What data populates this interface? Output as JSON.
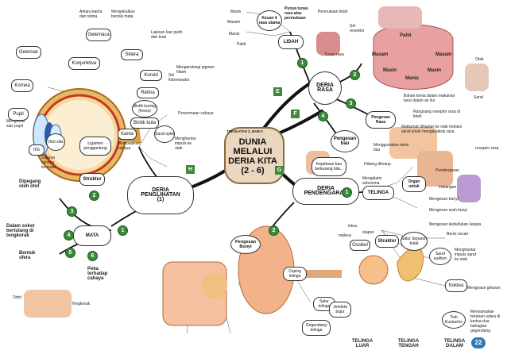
{
  "center": {
    "badge": "TINGKATAN 2, BAB 5",
    "line1": "DUNIA",
    "line2": "MELALUI",
    "line3": "DERIA KITA",
    "line4": "(2 - 6)"
  },
  "letters": {
    "e": "E",
    "f": "F",
    "g": "G",
    "h": "H"
  },
  "page_number": "22",
  "rasa": {
    "title1": "DERIA",
    "title2": "RASA",
    "lidah": "LIDAH",
    "kesan": "Kesan 4 rasa utama",
    "punya": "Punya tunas rasa atas permukaan",
    "masin1": "Masin",
    "masam1": "Masam",
    "manis1": "Manis",
    "pahit1": "Pahit",
    "permukaan": "Permukaan lidah",
    "sel": "Sel reseptor",
    "tunas": "Tunas rasa",
    "map_pahit": "Pahit",
    "map_masam_l": "Masam",
    "map_masam_r": "Masam",
    "map_masin_l": "Masin",
    "map_masin_r": "Masin",
    "map_manis": "Manis",
    "otak": "Otak",
    "saraf": "Saraf",
    "pengesan_rasa": "Pengesan Rasa",
    "b1": "Bahan kimia dalam makanan larut dalam air liur",
    "b2": "Rangsang reseptor rasa di lidah",
    "b3": "Maklumat dihantar ke otak melalui saraf untuk menganalisis rasa.",
    "reseptor_rasa": "reseptor rasa"
  },
  "bau": {
    "title": "Pengesan bau",
    "menggunakan": "Menggunakan deria bau",
    "kepekaan": "Kepekaan bau berkurang bila...",
    "hidung": "Hidung dihutup",
    "mengalami": "Mengalami selesema"
  },
  "pendengaran": {
    "title1": "DERIA",
    "title2": "PENDENGARAN",
    "telinga": "TELINGA",
    "organ": "Organ untuk",
    "pendengaran": "Pendengaran",
    "imbangan": "Imbangan",
    "struktur": "Struktur",
    "salur": "Salur Separuh bulat",
    "saraf": "Saraf auditori",
    "koklea": "Koklea",
    "tiub": "Tiub Eustachio",
    "tl": "TELINGA LUAR",
    "tt": "TELINGA TENGAH",
    "td": "TELINGA DALAM",
    "pengesan_bunyi": "Pengesan Bunyi",
    "cuping": "Cuping telinga",
    "salur_t": "Salur telinga",
    "gegendang": "Gegendang telinga",
    "ossikel": "Ossikel",
    "jendela": "Jendela bujur",
    "inkus": "inkus",
    "maleus": "maleus",
    "stapes": "stapes",
    "pn1": "Mengesan bunyi",
    "pn2": "Mengesan arah bunyi",
    "ps1": "Berisi cecair",
    "ps2": "Mengesan kedudukan kepala",
    "pk1": "Mengesan getaran",
    "pk2": "Menghantar impuls saraf ke otak",
    "pt1": "Menyamakan tekanan udara di kedua-dua bahagian gegendang"
  },
  "penglihatan": {
    "title1": "DERIA",
    "title2": "PENGLIHATAN",
    "title3": "(1)",
    "mata": "MATA",
    "struktur": "Struktur",
    "dipegang": "Dipegang oleh otot",
    "soket": "Dalam soket bertulang di tengkorak",
    "bentuk": "Bentuk sfera",
    "peka": "Peka terhadap cahaya",
    "orbit": "Orbit",
    "tengkorak": "Tengkorak",
    "gelemaca": "Gelemaca",
    "gelemair": "Gelemair",
    "konjunktiva": "Konjunktiva",
    "kornea": "Kornea",
    "pupil": "Pupil",
    "iris": "Iris",
    "otot_silia": "Otot silia",
    "ligamen": "Ligamen penggantung",
    "kanta": "Kanta",
    "saraf_optik": "Saraf optik",
    "bintik_buta": "Bintik buta",
    "bintik_kuning": "Bintik kuning (fovea)",
    "retina": "Retina",
    "koroid": "Koroid",
    "sklera": "Sklera",
    "ann1": "Antara kanta dan retina",
    "ann2": "Mengekalkan bentuk mata",
    "ann3": "Sel fotoreseptor",
    "ann4": "Penerimaan cahaya",
    "ann5": "Mengandungi pigmen hitam",
    "ann6": "Lapisan luar putih dan kuat",
    "ann7": "Saluran cahaya ke mata",
    "ann8": "Mengawal saiz pupil",
    "ann9": "Membiaskan cahaya",
    "ann10": "Menghantar impuls ke otak"
  }
}
